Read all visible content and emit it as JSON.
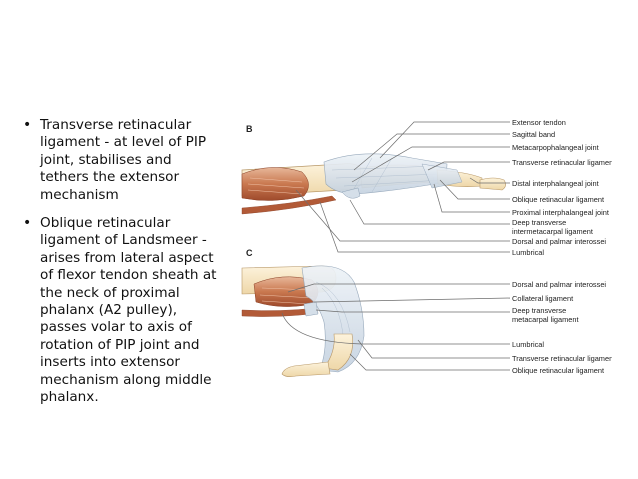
{
  "slide": {
    "bullets": [
      {
        "text": "Transverse retinacular ligament - at level of PIP joint, stabilises and tethers the extensor mechanism"
      },
      {
        "text": "Oblique retinacular ligament of Landsmeer - arises from lateral aspect of flexor tendon sheath at the neck of proximal phalanx (A2 pulley), passes volar to axis of rotation of PIP joint and inserts into extensor mechanism along middle phalanx."
      }
    ]
  },
  "figure": {
    "panel_b": {
      "letter": "B",
      "labels": [
        "Extensor tendon",
        "Sagittal band",
        "Metacarpophalangeal joint",
        "Transverse retinacular ligament",
        "Distal interphalangeal joint",
        "Oblique retinacular ligament",
        "Proximal interphalangeal joint",
        "Deep transverse",
        "intermetacarpal ligament",
        "Dorsal and palmar interossei",
        "Lumbrical"
      ]
    },
    "panel_c": {
      "letter": "C",
      "labels": [
        "Dorsal and palmar interossei",
        "Collateral ligament",
        "Deep transverse",
        "metacarpal ligament",
        "Lumbrical",
        "Transverse retinacular ligament",
        "Oblique retinacular ligament"
      ]
    }
  }
}
